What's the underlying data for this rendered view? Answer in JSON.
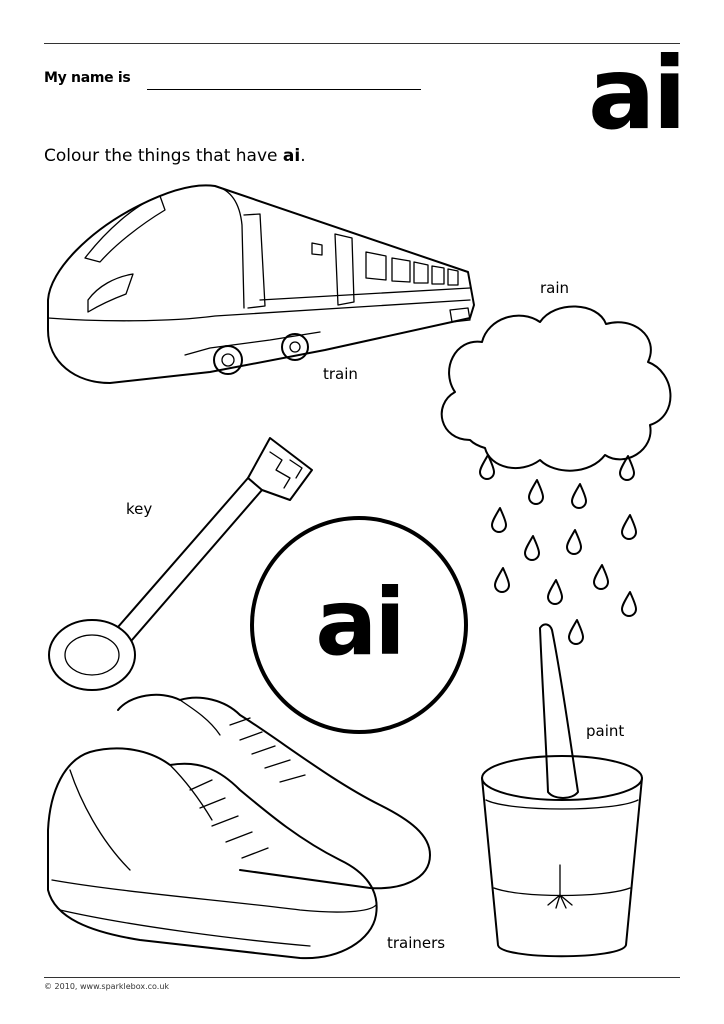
{
  "header": {
    "name_label": "My name is",
    "sound": "ai"
  },
  "instruction": {
    "text": "Colour the things that have ",
    "highlight": "ai",
    "end": "."
  },
  "items": {
    "train": "train",
    "rain": "rain",
    "key": "key",
    "paint": "paint",
    "trainers": "trainers"
  },
  "center": {
    "sound": "ai"
  },
  "footer": {
    "copyright": "© 2010, www.sparklebox.co.uk"
  },
  "icons": [
    "train-icon",
    "rain-cloud-icon",
    "key-icon",
    "trainers-icon",
    "paint-pot-icon"
  ]
}
